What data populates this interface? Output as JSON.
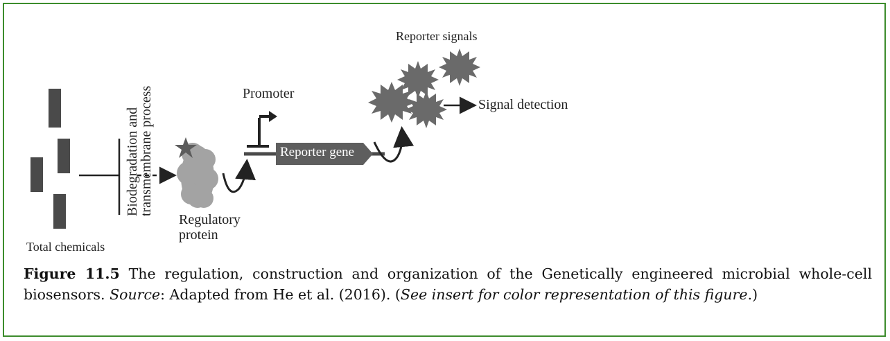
{
  "diagram": {
    "total_chemicals": "Total chemicals",
    "process_label_line1": "Biodegradation and",
    "process_label_line2": "transmembrane process",
    "regulatory_line1": "Regulatory",
    "regulatory_line2": "protein",
    "promoter": "Promoter",
    "reporter_gene": "Reporter gene",
    "reporter_signals": "Reporter signals",
    "signal_detection": "Signal detection"
  },
  "caption": {
    "figure_number": "Figure 11.5",
    "text_main": " The regulation, construction and organization of the Genetically engineered microbial whole-cell biosensors. ",
    "source_label": "Source",
    "source_text": ": Adapted from He et al. (2016). (",
    "insert_note": "See insert for color representation of this figure",
    "closing": ".)"
  },
  "colors": {
    "border": "#3c8c2c",
    "block": "#4a4a4a",
    "blob": "#a3a3a3",
    "star": "#5c5c5c"
  }
}
